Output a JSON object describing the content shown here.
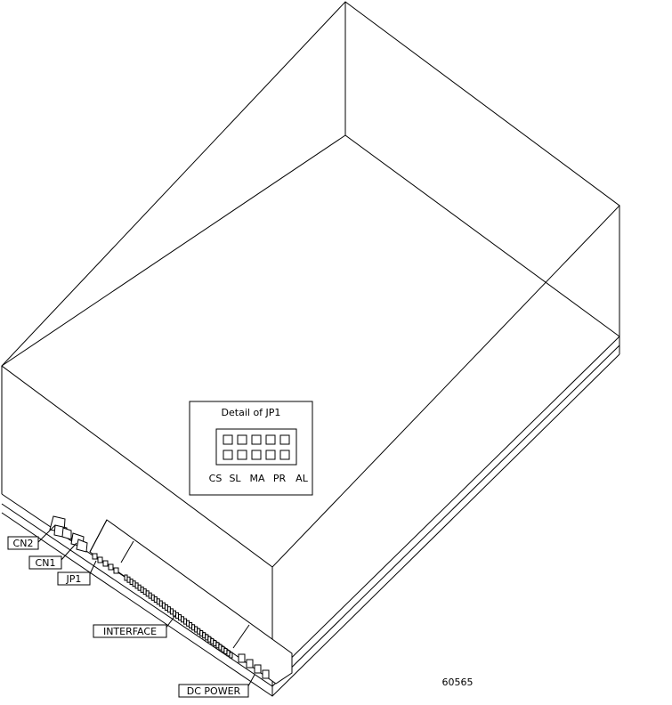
{
  "detail": {
    "title": "Detail of JP1",
    "pins": [
      "CS",
      "SL",
      "MA",
      "PR",
      "AL"
    ]
  },
  "callouts": {
    "cn2": "CN2",
    "cn1": "CN1",
    "jp1": "JP1",
    "interface": "INTERFACE",
    "dc_power": "DC POWER"
  },
  "figure_id": "60565"
}
